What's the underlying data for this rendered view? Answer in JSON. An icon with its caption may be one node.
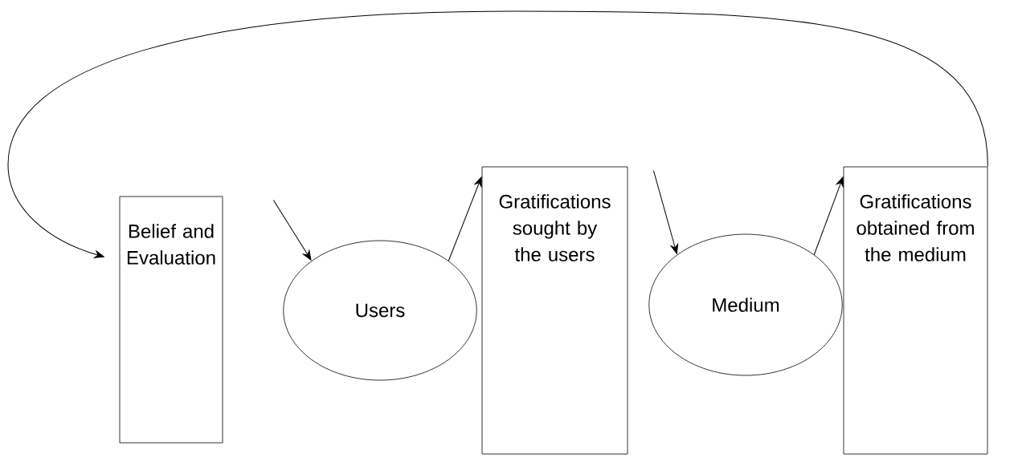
{
  "diagram": {
    "nodes": [
      {
        "text": [
          "Belief and Evaluation"
        ]
      },
      {
        "text": [
          "Users"
        ]
      },
      {
        "text": [
          "Gratifications sought by the users"
        ]
      },
      {
        "text": [
          "Medium"
        ]
      },
      {
        "text": [
          "Gratifications obtained from the medium"
        ]
      }
    ],
    "edges": [
      {
        "from": 0,
        "to": 1,
        "arrow": "to"
      },
      {
        "from": 1,
        "to": 2,
        "arrow": "to"
      },
      {
        "from": 2,
        "to": 3,
        "arrow": "to"
      },
      {
        "from": 3,
        "to": 4,
        "arrow": "to"
      },
      {
        "from": 4,
        "to": 0,
        "arrow": "to"
      }
    ]
  }
}
